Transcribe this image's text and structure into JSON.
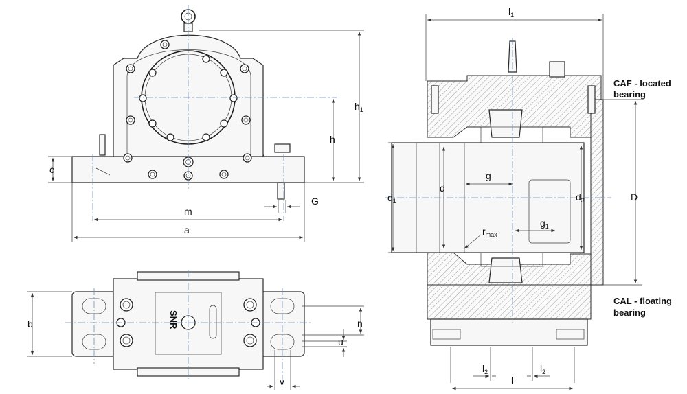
{
  "front_view": {
    "labels": {
      "c": "c",
      "h": "h",
      "h1": "h",
      "h1_sub": "1",
      "m": "m",
      "a": "a",
      "G": "G"
    }
  },
  "top_view": {
    "labels": {
      "b": "b",
      "n": "n",
      "u": "u",
      "v": "v"
    },
    "brand": "SNR"
  },
  "section_view": {
    "labels": {
      "l1": "l",
      "l1_sub": "1",
      "d1": "d",
      "d1_sub": "1",
      "d": "d",
      "g": "g",
      "d3": "d",
      "d3_sub": "3",
      "D": "D",
      "g1": "g",
      "g1_sub": "1",
      "rmax": "r",
      "rmax_sub": "max",
      "l2_left": "l",
      "l2_left_sub": "2",
      "l2_right": "l",
      "l2_right_sub": "2",
      "l": "l"
    },
    "notes": {
      "caf_line1": "CAF - located",
      "caf_line2": "bearing",
      "cal_line1": "CAL - floating",
      "cal_line2": "bearing"
    }
  },
  "colors": {
    "centerline": "#6b8fb5",
    "outline": "#2a2a2a"
  }
}
